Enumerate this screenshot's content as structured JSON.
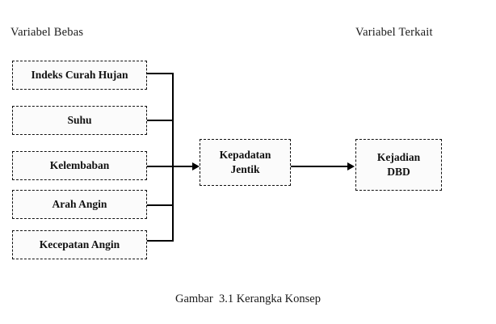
{
  "figure": {
    "caption": "Gambar  3.1 Kerangka Konsep",
    "type": "conceptual-framework-diagram"
  },
  "headings": {
    "left": "Variabel Bebas",
    "right": "Variabel Terkait"
  },
  "nodes": {
    "independent": [
      {
        "id": "indeks-curah-hujan",
        "label": "Indeks Curah Hujan"
      },
      {
        "id": "suhu",
        "label": "Suhu"
      },
      {
        "id": "kelembaban",
        "label": "Kelembaban"
      },
      {
        "id": "arah-angin",
        "label": "Arah Angin"
      },
      {
        "id": "kecepatan-angin",
        "label": "Kecepatan Angin"
      }
    ],
    "intermediate": {
      "id": "kepadatan-jentik",
      "line1": "Kepadatan",
      "line2": "Jentik"
    },
    "dependent": {
      "id": "kejadian-dbd",
      "line1": "Kejadian",
      "line2": "DBD"
    }
  },
  "connectors": [
    {
      "from": "indeks-curah-hujan",
      "to": "bus",
      "style": "solid-line"
    },
    {
      "from": "suhu",
      "to": "bus",
      "style": "solid-line"
    },
    {
      "from": "kelembaban",
      "to": "bus",
      "style": "solid-line"
    },
    {
      "from": "arah-angin",
      "to": "bus",
      "style": "solid-line"
    },
    {
      "from": "kecepatan-angin",
      "to": "bus",
      "style": "solid-line"
    },
    {
      "from": "bus",
      "to": "kepadatan-jentik",
      "style": "arrow"
    },
    {
      "from": "kepadatan-jentik",
      "to": "kejadian-dbd",
      "style": "arrow"
    }
  ],
  "style": {
    "box_border": "#111111",
    "box_fill": "#fbfbfb",
    "line_color": "#000000",
    "text_color": "#111111",
    "background": "#ffffff",
    "border_style": "dashed"
  }
}
